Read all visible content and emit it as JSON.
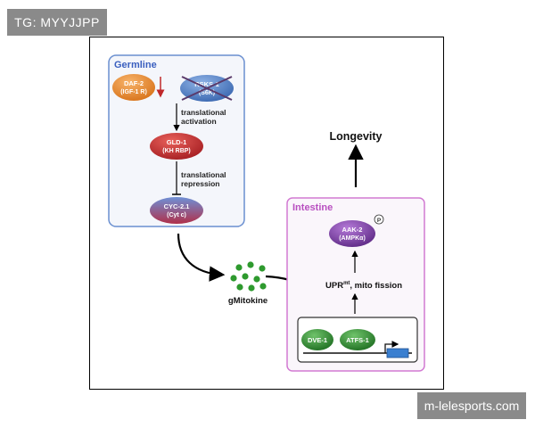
{
  "watermarks": {
    "top_left": "TG: MYYJJPP",
    "bottom_right": "m-lelesports.com"
  },
  "germline": {
    "title": "Germline",
    "daf2": {
      "line1": "DAF-2",
      "line2": "(IGF-1 R)"
    },
    "rsks1": {
      "line1": "RSKS-1",
      "line2": "(S6K)"
    },
    "step1": {
      "line1": "translational",
      "line2": "activation"
    },
    "gld1": {
      "line1": "GLD-1",
      "line2": "(KH RBP)"
    },
    "step2": {
      "line1": "translational",
      "line2": "repression"
    },
    "cyc21": {
      "line1": "CYC-2.1",
      "line2": "(Cyt c)"
    }
  },
  "gmitokine": "gMitokine",
  "longevity": "Longevity",
  "intestine": {
    "title": "Intestine",
    "aak2": {
      "line1": "AAK-2",
      "line2": "(AMPKα)"
    },
    "phospho": "P",
    "upr": {
      "main": "UPR",
      "sup": "mt",
      "rest": ", mito fission"
    },
    "dve1": "DVE-1",
    "atfs1": "ATFS-1"
  },
  "colors": {
    "germline_border": "#6a8fd0",
    "intestine_border": "#d27ad2",
    "orange": "#e8872a",
    "blue": "#4c7ec4",
    "red": "#c0282a",
    "purple": "#7a3fa0",
    "green": "#2f8a2f"
  }
}
